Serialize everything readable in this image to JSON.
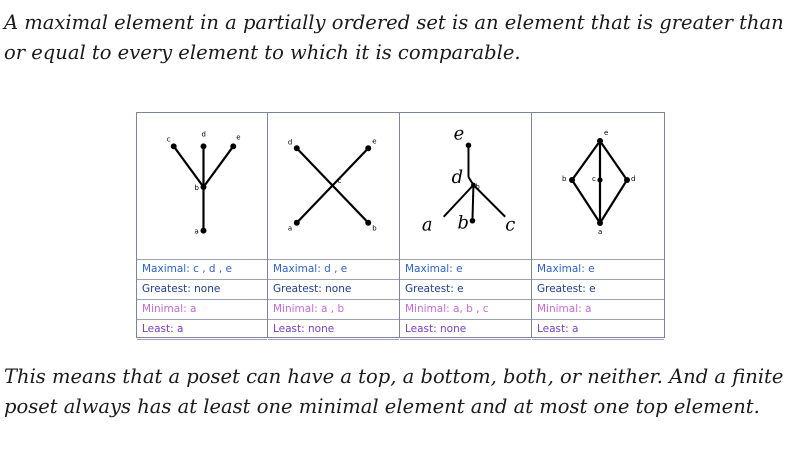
{
  "intro": "A maximal element in a partially ordered set is an element that is greater than or equal to every element to which it is comparable.",
  "outro": "This means that a poset can have a top, a bottom, both, or neither. And a finite poset always has at least one minimal element and at most one top element.",
  "columns": [
    {
      "nodes": [
        "c",
        "d",
        "e",
        "b",
        "a"
      ],
      "maximal": "Maximal: c , d , e",
      "greatest": "Greatest: none",
      "minimal": "Minimal: a",
      "least": "Least: a"
    },
    {
      "nodes": [
        "d",
        "e",
        "c",
        "a",
        "b"
      ],
      "maximal": "Maximal: d , e",
      "greatest": "Greatest: none",
      "minimal": "Minimal: a , b",
      "least": "Least: none"
    },
    {
      "nodes": [
        "e",
        "d",
        "b",
        "a",
        "c"
      ],
      "maximal": "Maximal: e",
      "greatest": "Greatest: e",
      "minimal": "Minimal: a, b , c",
      "least": "Least: none"
    },
    {
      "nodes": [
        "e",
        "b",
        "c",
        "d",
        "a"
      ],
      "maximal": "Maximal: e",
      "greatest": "Greatest: e",
      "minimal": "Minimal: a",
      "least": "Least: a"
    }
  ]
}
